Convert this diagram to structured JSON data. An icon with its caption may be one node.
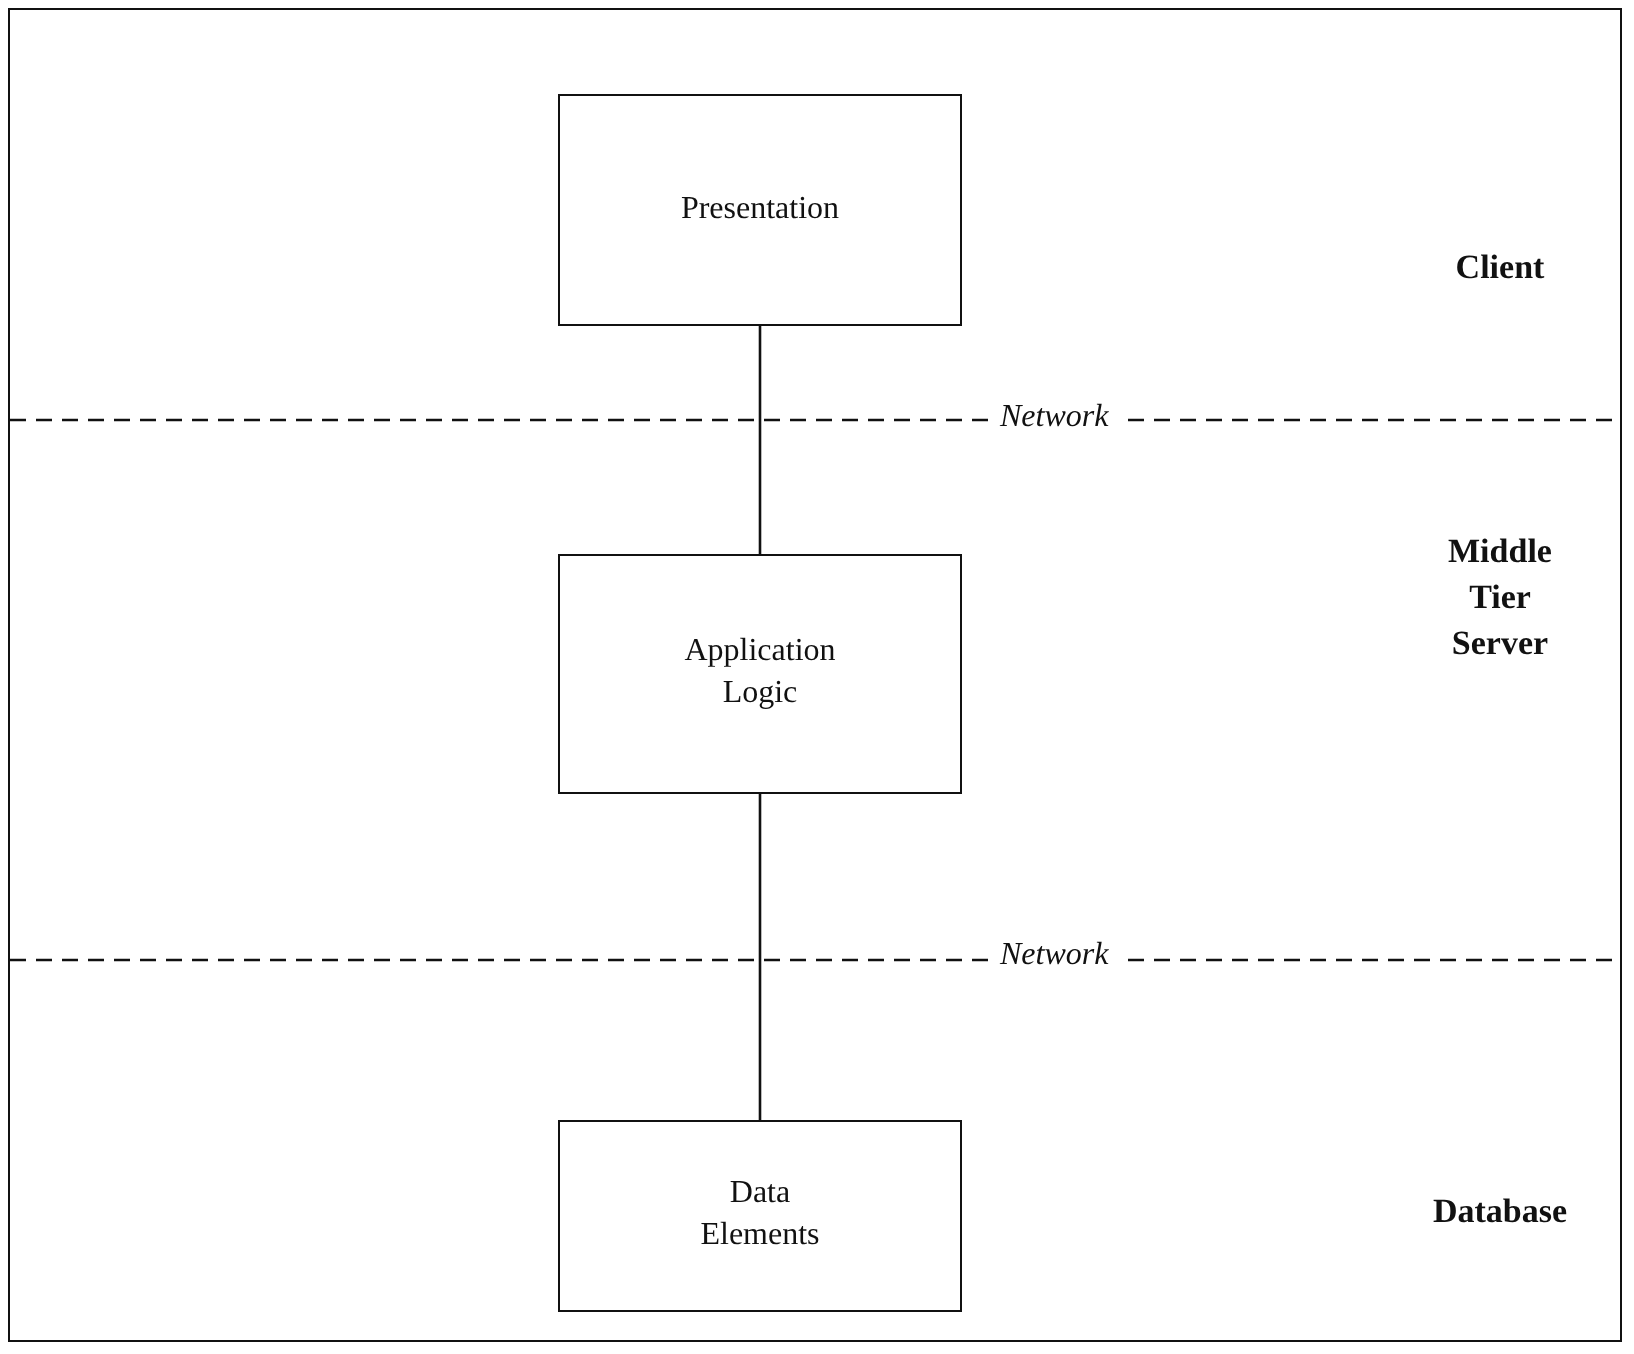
{
  "diagram": {
    "nodes": [
      {
        "text": [
          "Presentation"
        ]
      },
      {
        "text": [
          "Application Logic"
        ]
      },
      {
        "text": [
          "Data Elements"
        ]
      }
    ],
    "edges": [
      {
        "from": 0,
        "to": 1,
        "arrow": "none"
      },
      {
        "from": 1,
        "to": 2,
        "arrow": "none"
      }
    ],
    "labels": [
      "Client",
      "Network",
      "Middle Tier Server",
      "Network",
      "Database"
    ]
  }
}
